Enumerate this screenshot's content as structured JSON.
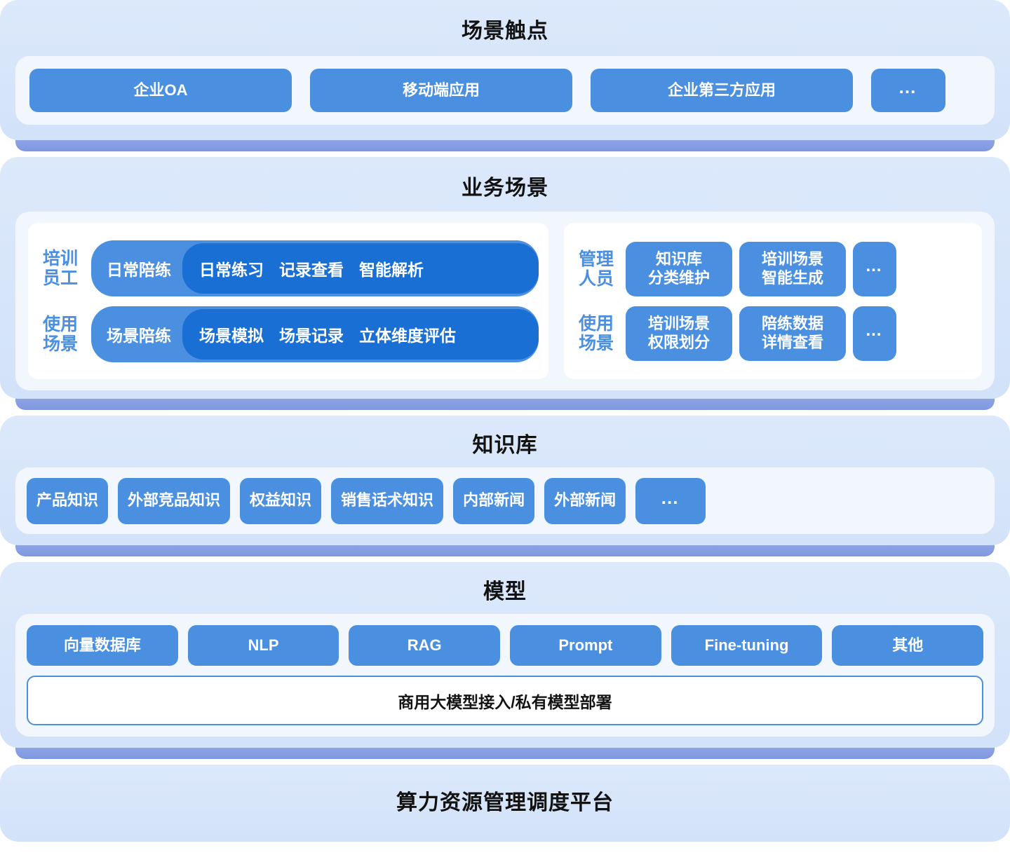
{
  "colors": {
    "pill_blue": "#4a8fe0",
    "pill_blue_dark": "#1a6fd4",
    "card_bg": "#d8e6fa",
    "panel_bg": "#f2f7fe",
    "shadow_bar": "#8097e0",
    "title_text": "#121212",
    "label_blue": "#4a8fe0"
  },
  "sections": {
    "touchpoints": {
      "title": "场景触点",
      "items": [
        {
          "label": "企业OA",
          "icon": ""
        },
        {
          "label": "移动端应用",
          "icon": ""
        },
        {
          "label": "企业第三方应用",
          "icon": ""
        },
        {
          "label": "…",
          "icon": "ellipsis-icon"
        }
      ]
    },
    "scenarios": {
      "title": "业务场景",
      "left": {
        "rows": [
          {
            "label": "培训\n员工",
            "head": "日常陪练",
            "tags": [
              "日常练习",
              "记录查看",
              "智能解析"
            ]
          },
          {
            "label": "使用\n场景",
            "head": "场景陪练",
            "tags": [
              "场景模拟",
              "场景记录",
              "立体维度评估"
            ]
          }
        ]
      },
      "right": {
        "rows": [
          {
            "label": "管理\n人员",
            "items": [
              "知识库\n分类维护",
              "培训场景\n智能生成",
              "…"
            ]
          },
          {
            "label": "使用\n场景",
            "items": [
              "培训场景\n权限划分",
              "陪练数据\n详情查看",
              "…"
            ]
          }
        ]
      }
    },
    "knowledge": {
      "title": "知识库",
      "items": [
        "产品知识",
        "外部竞品知识",
        "权益知识",
        "销售话术知识",
        "内部新闻",
        "外部新闻",
        "…"
      ]
    },
    "model": {
      "title": "模型",
      "items": [
        "向量数据库",
        "NLP",
        "RAG",
        "Prompt",
        "Fine-tuning",
        "其他"
      ],
      "deploy": "商用大模型接入/私有模型部署"
    },
    "platform": {
      "title": "算力资源管理调度平台"
    }
  }
}
